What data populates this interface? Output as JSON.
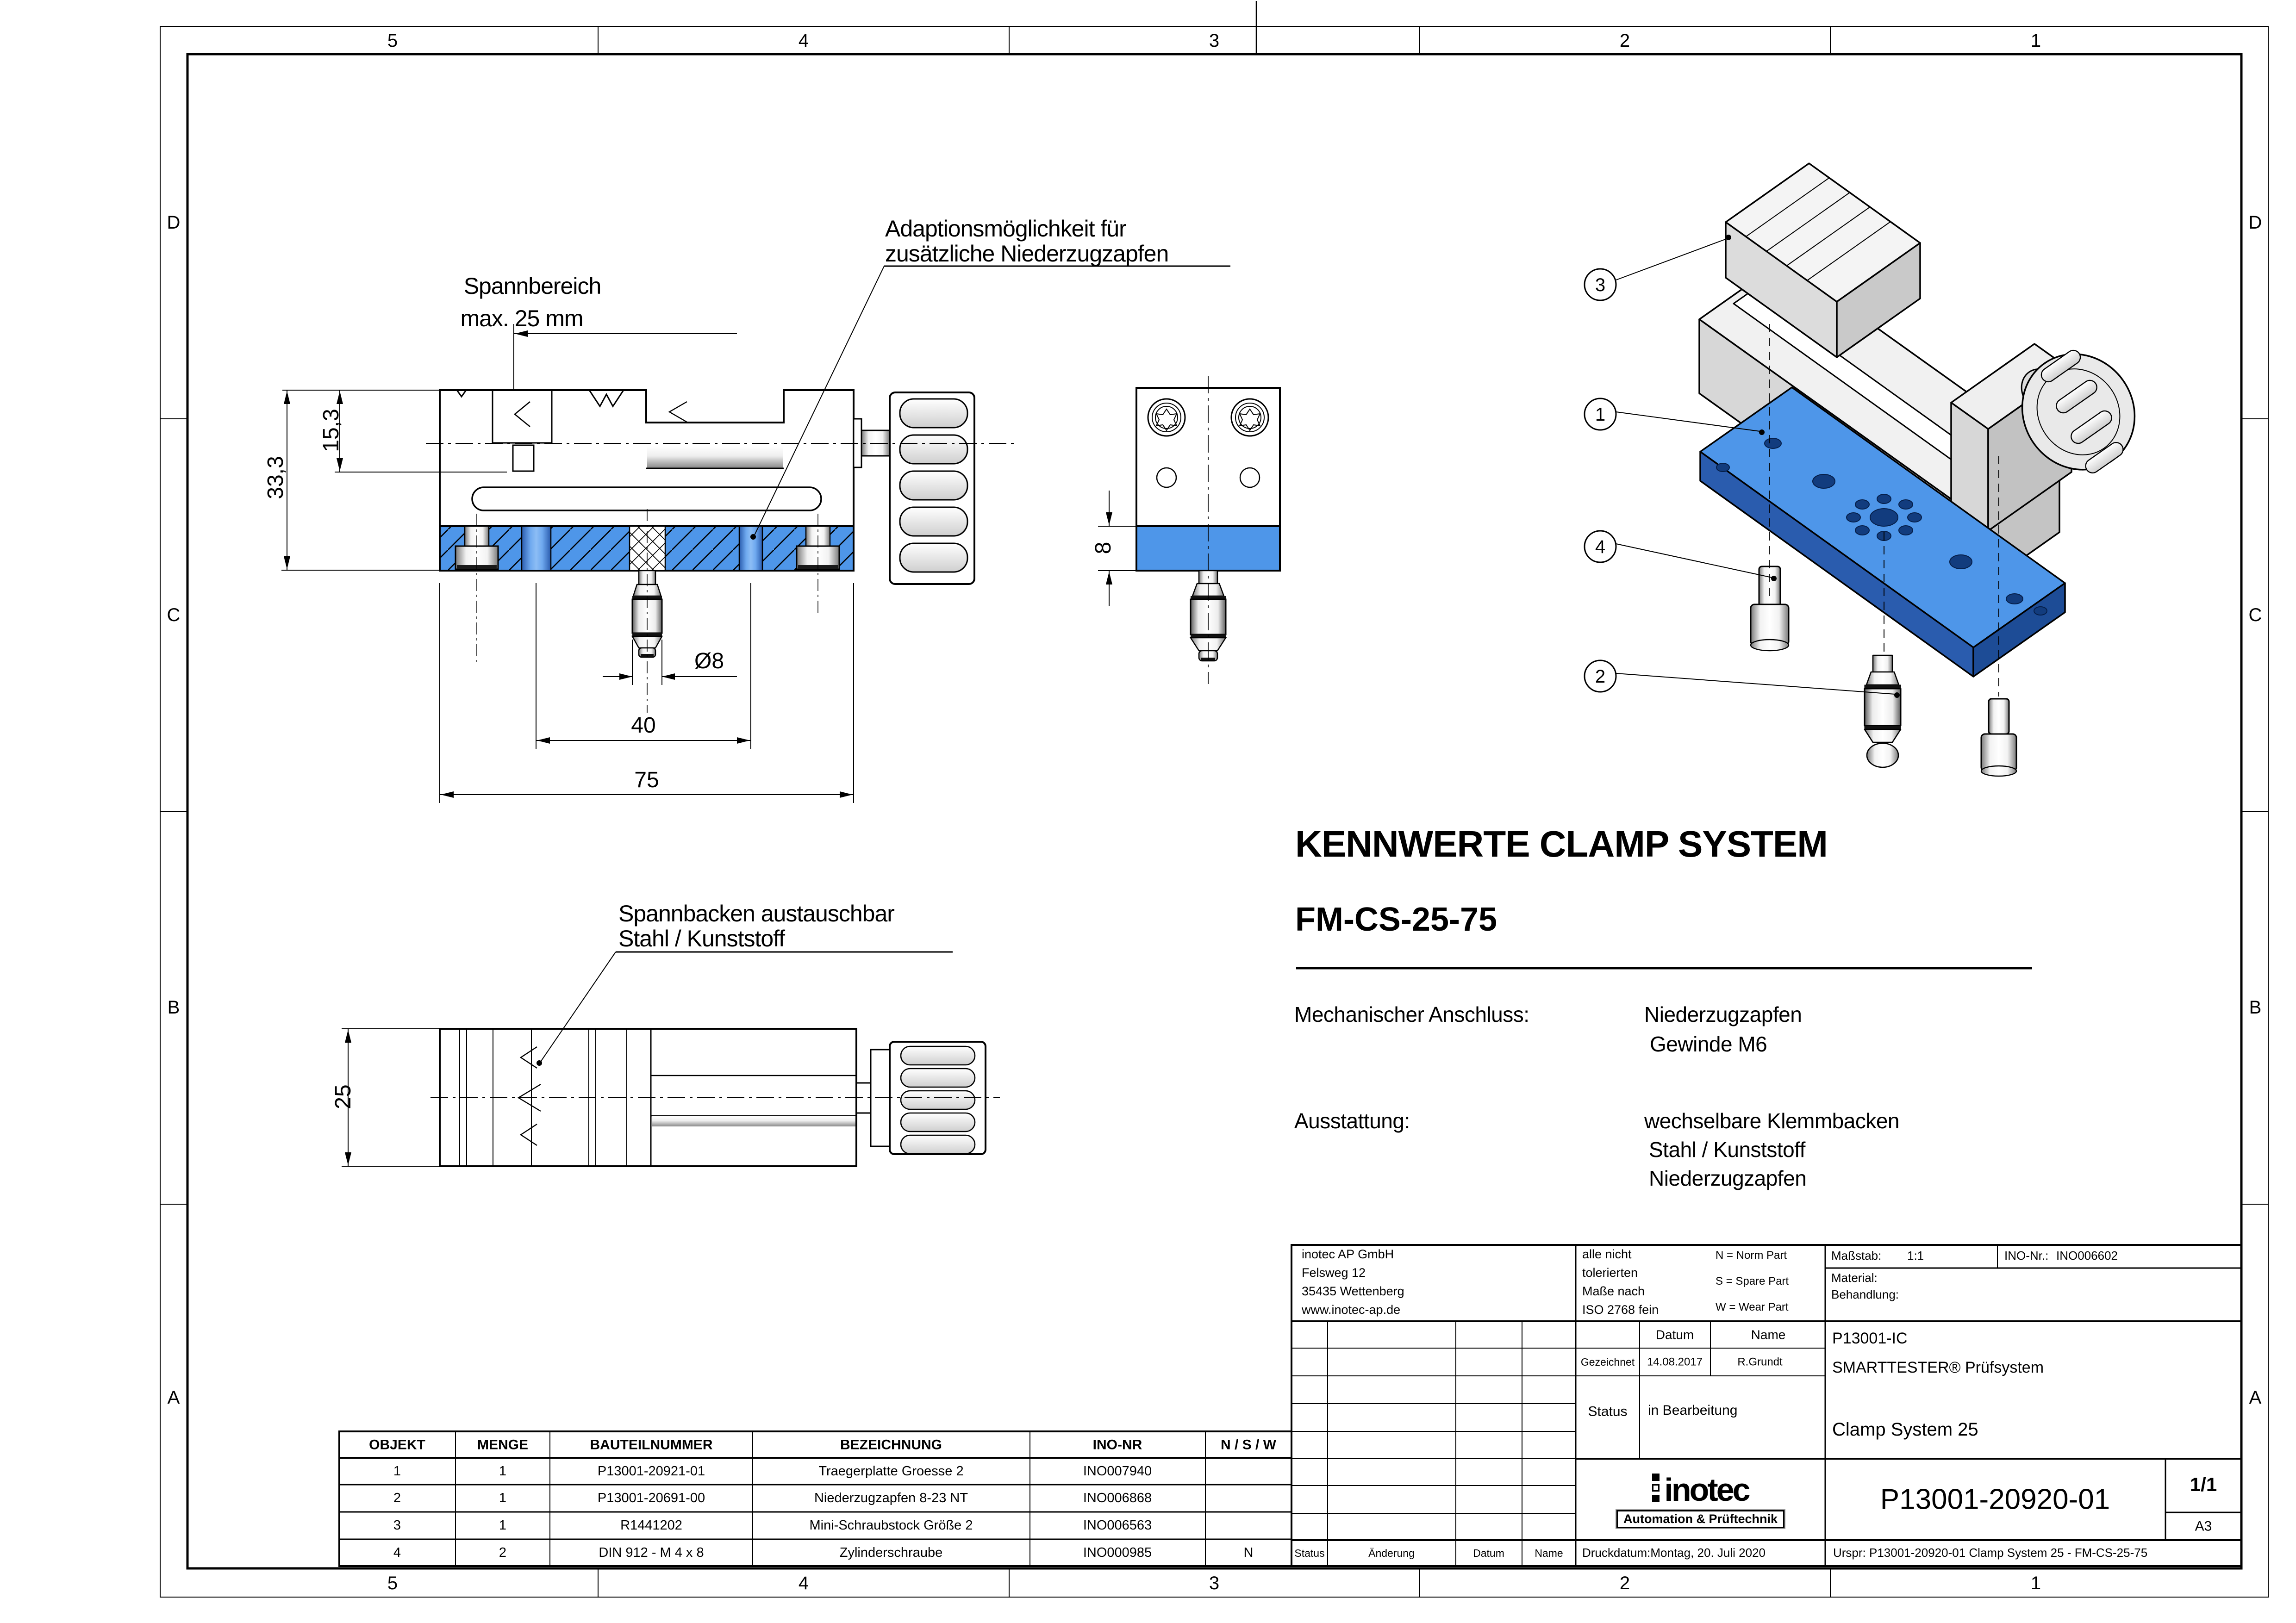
{
  "border": {
    "columns": [
      "5",
      "4",
      "3",
      "2",
      "1"
    ],
    "rows": [
      "D",
      "C",
      "B",
      "A"
    ]
  },
  "views": {
    "front": {
      "spannbereich_line1": "Spannbereich",
      "spannbereich_line2": "max. 25 mm",
      "adaption_line1": "Adaptionsmöglichkeit für",
      "adaption_line2": "zusätzliche Niederzugzapfen",
      "dim_jaw_height": "15,3",
      "dim_total_height": "33,3",
      "dim_pin_dia": "Ø8",
      "dim_hole_spacing": "40",
      "dim_total_width": "75"
    },
    "side": {
      "dim_plate": "8"
    },
    "bottom": {
      "label_line1": "Spannbacken austauschbar",
      "label_line2": "Stahl / Kunststoff",
      "dim_width": "25"
    },
    "exploded": {
      "balloons": [
        "3",
        "1",
        "4",
        "2"
      ]
    }
  },
  "kennwerte": {
    "title": "KENNWERTE CLAMP SYSTEM",
    "subtitle": "FM-CS-25-75",
    "mech_label": "Mechanischer Anschluss:",
    "mech_value_line1": "Niederzugzapfen",
    "mech_value_line2": "Gewinde M6",
    "equip_label": "Ausstattung:",
    "equip_value_line1": "wechselbare Klemmbacken",
    "equip_value_line2": "Stahl / Kunststoff",
    "equip_value_line3": "Niederzugzapfen"
  },
  "bom": {
    "headers": [
      "OBJEKT",
      "MENGE",
      "BAUTEILNUMMER",
      "BEZEICHNUNG",
      "INO-NR",
      "N / S / W"
    ],
    "rows": [
      [
        "1",
        "1",
        "P13001-20921-01",
        "Traegerplatte Groesse 2",
        "INO007940",
        ""
      ],
      [
        "2",
        "1",
        "P13001-20691-00",
        "Niederzugzapfen 8-23 NT",
        "INO006868",
        ""
      ],
      [
        "3",
        "1",
        "R1441202",
        "Mini-Schraubstock Größe 2",
        "INO006563",
        ""
      ],
      [
        "4",
        "2",
        "DIN 912 - M 4 x 8",
        "Zylinderschraube",
        "INO000985",
        "N"
      ]
    ]
  },
  "titleblock": {
    "company_line1": "inotec AP GmbH",
    "company_line2": "Felsweg 12",
    "company_line3": "35435 Wettenberg",
    "company_line4": "www.inotec-ap.de",
    "tol_line1": "alle nicht",
    "tol_line2": "tolerierten",
    "tol_line3": "Maße nach",
    "tol_line4": "ISO 2768 fein",
    "legend_line1": "N = Norm Part",
    "legend_line2": "S = Spare Part",
    "legend_line3": "W = Wear Part",
    "masstab_label": "Maßstab:",
    "masstab_value": "1:1",
    "ino_label": "INO-Nr.:",
    "ino_value": "INO006602",
    "material_label": "Material:",
    "behandlung_label": "Behandlung:",
    "datum_header": "Datum",
    "name_header": "Name",
    "gezeichnet_label": "Gezeichnet",
    "gezeichnet_datum": "14.08.2017",
    "gezeichnet_name": "R.Grundt",
    "status_label": "Status",
    "status_value": "in Bearbeitung",
    "project": "P13001-IC",
    "system": "SMARTTESTER® Prüfsystem",
    "drawing_title": "Clamp System 25",
    "logo_word": "inotec",
    "logo_sub": "Automation & Prüftechnik",
    "part_number": "P13001-20920-01",
    "sheet": "1/1",
    "format": "A3",
    "rev_h_status": "Status",
    "rev_h_aenderung": "Änderung",
    "rev_h_datum": "Datum",
    "rev_h_name": "Name",
    "druckdatum": "Druckdatum:Montag, 20. Juli 2020",
    "urspr": "Urspr: P13001-20920-01 Clamp System 25 - FM-CS-25-75"
  },
  "colors": {
    "plate_blue": "#4E96E9",
    "plate_blue_dark": "#2A5CAE",
    "plate_blue_darker": "#1D4C96",
    "line": "#000000"
  }
}
